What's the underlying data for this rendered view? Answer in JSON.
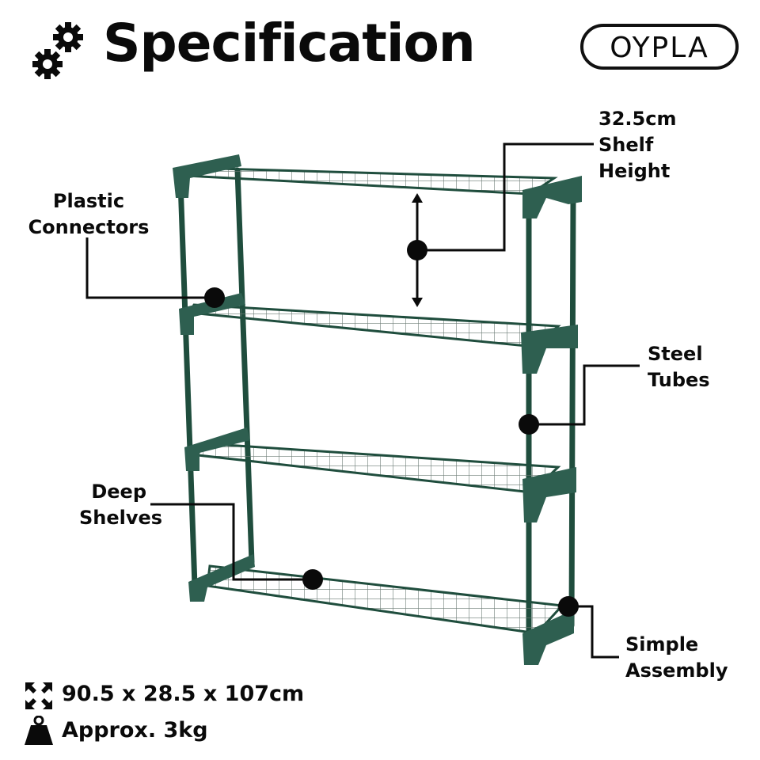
{
  "header": {
    "title": "Specification",
    "title_icon": "gears-icon",
    "brand_logo": "OYPLA"
  },
  "callouts": {
    "shelf_height": {
      "line1": "32.5cm",
      "line2": "Shelf",
      "line3": "Height"
    },
    "plastic_connectors": {
      "line1": "Plastic",
      "line2": "Connectors"
    },
    "steel_tubes": {
      "line1": "Steel",
      "line2": "Tubes"
    },
    "deep_shelves": {
      "line1": "Deep",
      "line2": "Shelves"
    },
    "simple_assembly": {
      "line1": "Simple",
      "line2": "Assembly"
    }
  },
  "specs": {
    "dimensions": {
      "icon": "expand-arrows-icon",
      "text": "90.5 x 28.5 x 107cm"
    },
    "weight": {
      "icon": "weight-icon",
      "text": "Approx. 3kg"
    }
  },
  "product": {
    "name": "4-tier wire shelving rack",
    "frame_color": "#1f4d3d",
    "connector_color": "#2e5f50"
  }
}
